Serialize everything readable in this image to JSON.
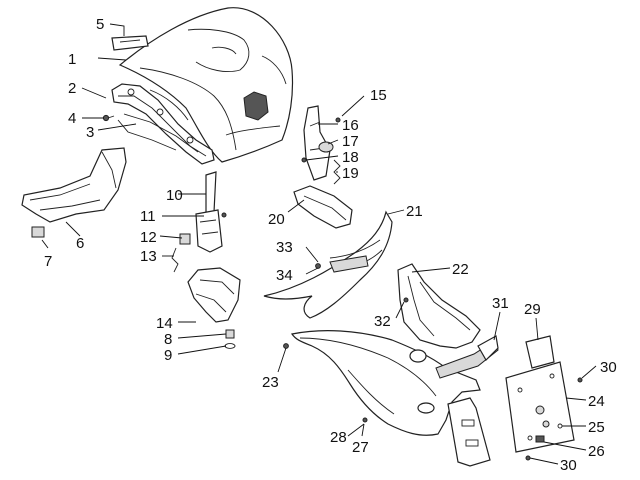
{
  "callouts": [
    {
      "id": "c1",
      "label": "1"
    },
    {
      "id": "c2",
      "label": "2"
    },
    {
      "id": "c3",
      "label": "3"
    },
    {
      "id": "c4",
      "label": "4"
    },
    {
      "id": "c5",
      "label": "5"
    },
    {
      "id": "c6",
      "label": "6"
    },
    {
      "id": "c7",
      "label": "7"
    },
    {
      "id": "c8",
      "label": "8"
    },
    {
      "id": "c9",
      "label": "9"
    },
    {
      "id": "c10",
      "label": "10"
    },
    {
      "id": "c11",
      "label": "11"
    },
    {
      "id": "c12",
      "label": "12"
    },
    {
      "id": "c13",
      "label": "13"
    },
    {
      "id": "c14",
      "label": "14"
    },
    {
      "id": "c15",
      "label": "15"
    },
    {
      "id": "c16",
      "label": "16"
    },
    {
      "id": "c17",
      "label": "17"
    },
    {
      "id": "c18",
      "label": "18"
    },
    {
      "id": "c19",
      "label": "19"
    },
    {
      "id": "c20",
      "label": "20"
    },
    {
      "id": "c21",
      "label": "21"
    },
    {
      "id": "c22",
      "label": "22"
    },
    {
      "id": "c23",
      "label": "23"
    },
    {
      "id": "c24",
      "label": "24"
    },
    {
      "id": "c25",
      "label": "25"
    },
    {
      "id": "c26",
      "label": "26"
    },
    {
      "id": "c27",
      "label": "27"
    },
    {
      "id": "c28",
      "label": "28"
    },
    {
      "id": "c29",
      "label": "29"
    },
    {
      "id": "c30a",
      "label": "30"
    },
    {
      "id": "c30b",
      "label": "30"
    },
    {
      "id": "c31",
      "label": "31"
    },
    {
      "id": "c32",
      "label": "32"
    },
    {
      "id": "c33",
      "label": "33"
    },
    {
      "id": "c34",
      "label": "34"
    }
  ]
}
